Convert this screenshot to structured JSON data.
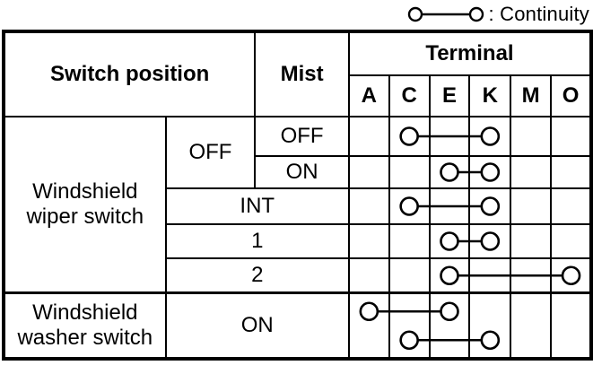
{
  "legend": {
    "symbol": "continuity-symbol",
    "label": ": Continuity"
  },
  "table": {
    "headers": {
      "switch_position": "Switch position",
      "mist": "Mist",
      "terminal": "Terminal",
      "terminal_columns": [
        "A",
        "C",
        "E",
        "K",
        "M",
        "O"
      ]
    },
    "rows": {
      "wiper_group_label": "Windshield wiper switch",
      "wiper_off": "OFF",
      "mist_off": "OFF",
      "mist_on": "ON",
      "int_position": "INT",
      "speed_1": "1",
      "speed_2": "2",
      "washer_group_label": "Windshield washer switch",
      "washer_on": "ON"
    }
  },
  "connections": [
    {
      "row": "wiper-off-mist-off",
      "from": "C",
      "to": "K"
    },
    {
      "row": "wiper-off-mist-on",
      "from": "E",
      "to": "K"
    },
    {
      "row": "wiper-int",
      "from": "C",
      "to": "K"
    },
    {
      "row": "wiper-1",
      "from": "E",
      "to": "K"
    },
    {
      "row": "wiper-2",
      "from": "E",
      "to": "O"
    },
    {
      "row": "washer-on",
      "from": "A",
      "to": "E"
    },
    {
      "row": "washer-on",
      "from": "C",
      "to": "K"
    }
  ],
  "colors": {
    "ink": "#000000",
    "paper": "#ffffff"
  }
}
